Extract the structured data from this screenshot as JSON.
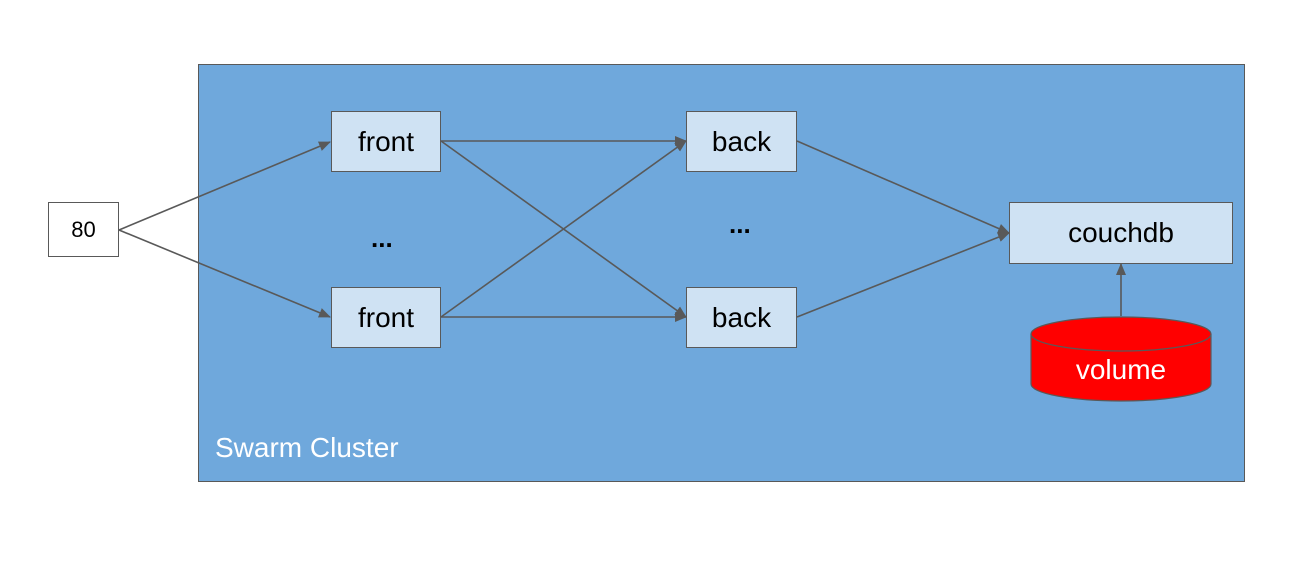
{
  "port": {
    "label": "80"
  },
  "cluster": {
    "label": "Swarm Cluster",
    "fill": "#6fa8dc"
  },
  "nodes": {
    "front_top": "front",
    "front_bottom": "front",
    "back_top": "back",
    "back_bottom": "back",
    "couchdb": "couchdb",
    "volume": "volume"
  },
  "ellipsis": {
    "front": "...",
    "back": "..."
  },
  "colors": {
    "node_fill": "#cfe2f3",
    "volume_fill": "#ff0000",
    "arrow": "#595959"
  }
}
